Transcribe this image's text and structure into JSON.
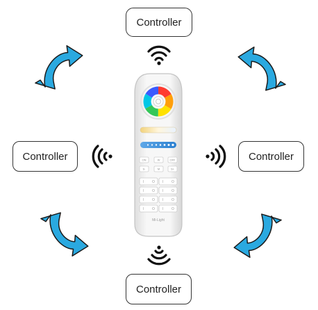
{
  "controllers": {
    "top": "Controller",
    "left": "Controller",
    "right": "Controller",
    "bottom": "Controller"
  },
  "remote": {
    "brand": "Mi-Light",
    "buttons": {
      "on": "ON",
      "middle": "W",
      "off": "OFF",
      "s_minus": "S-",
      "m": "M",
      "s_plus": "S+"
    },
    "zone_on": "I",
    "zone_off": "O"
  },
  "colors": {
    "arrow": "#2aa9e0",
    "arrow_outline": "#1a1a1a",
    "remote_body": "#f4f4f4",
    "remote_edge": "#c9c9c9"
  },
  "icons": [
    "wifi-up-icon",
    "wifi-down-icon",
    "wifi-left-icon",
    "wifi-right-icon",
    "curved-double-arrow-icon",
    "color-wheel-icon"
  ]
}
